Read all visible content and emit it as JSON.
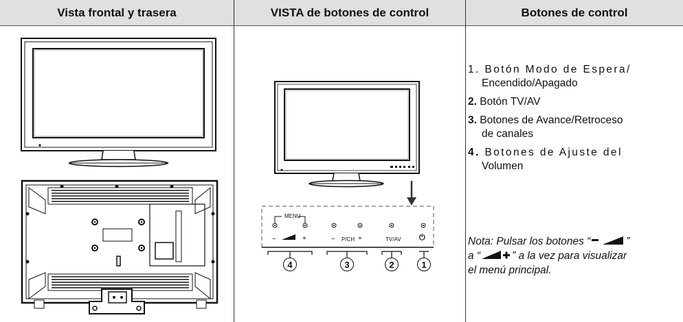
{
  "headers": {
    "col1": "Vista frontal y trasera",
    "col2": "VISTA de botones de control",
    "col3": "Botones de control"
  },
  "panel": {
    "menu_label": "MENU",
    "minus": "−",
    "plus": "+",
    "pch_label": "P/CH",
    "tvav_label": "TV/AV",
    "power_symbol": "⏻",
    "callouts": [
      "4",
      "3",
      "2",
      "1"
    ]
  },
  "items": [
    {
      "num": "1.",
      "line1": "Botón Modo de Espera/",
      "line2": "Encendido/Apagado"
    },
    {
      "num": "2.",
      "line1": "Botón TV/AV"
    },
    {
      "num": "3.",
      "line1": "Botones de Avance/Retroceso",
      "line2": "de canales"
    },
    {
      "num": "4.",
      "line1": "Botones de Ajuste del",
      "line2": "Volumen"
    }
  ],
  "note": {
    "part1": "Nota: Pulsar los botones “",
    "part2": "”",
    "part3": "a “",
    "part4": "” a la vez para visualizar",
    "part5": "el menú principal."
  }
}
